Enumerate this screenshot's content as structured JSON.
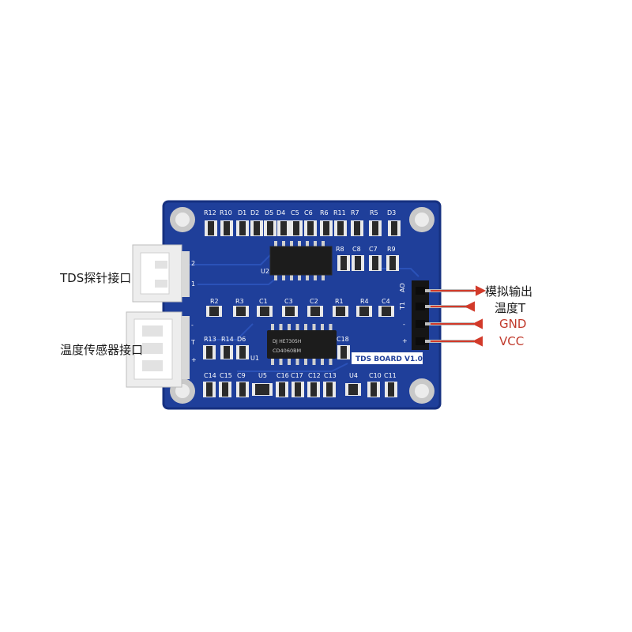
{
  "colors": {
    "pcb_blue": "#1f3f9a",
    "silkscreen": "#ffffff",
    "arrow_red": "#d23a2a",
    "connector_white": "#f2f2f2",
    "pin_black": "#151515"
  },
  "board": {
    "name": "TDS BOARD V1.0",
    "chip_u2_mark": "",
    "chip_u3_mark": "CD4060BM",
    "chip_u3_mark2": "DJ HE7305H",
    "pin_header_labels": [
      "AO",
      "T1",
      "-",
      "+"
    ],
    "left_connector_pins_top": [
      "2",
      "1"
    ],
    "left_connector_pins_bottom": [
      "-",
      "T",
      "+"
    ]
  },
  "silk_labels": {
    "top_row": [
      "R12",
      "R10",
      "D1",
      "D2",
      "D5",
      "D4",
      "C5",
      "C6",
      "R6",
      "R11",
      "R7",
      "R5",
      "D3"
    ],
    "second_row": [
      "R8",
      "C8",
      "C7",
      "R9"
    ],
    "mid_row": [
      "R2",
      "R3",
      "C1",
      "C3",
      "C2",
      "R1",
      "R4",
      "C4"
    ],
    "u_labels": [
      "U2",
      "U1",
      "U5",
      "U4"
    ],
    "left_mid": [
      "R13",
      "R14",
      "D6"
    ],
    "c18": "C18",
    "bottom_row": [
      "C14",
      "C15",
      "C9",
      "C16",
      "C17",
      "C12",
      "C13",
      "C10",
      "C11"
    ]
  },
  "callouts": {
    "left": [
      "TDS探针接口",
      "温度传感器接口"
    ],
    "right": [
      "模拟输出",
      "温度T",
      "GND",
      "VCC"
    ]
  }
}
